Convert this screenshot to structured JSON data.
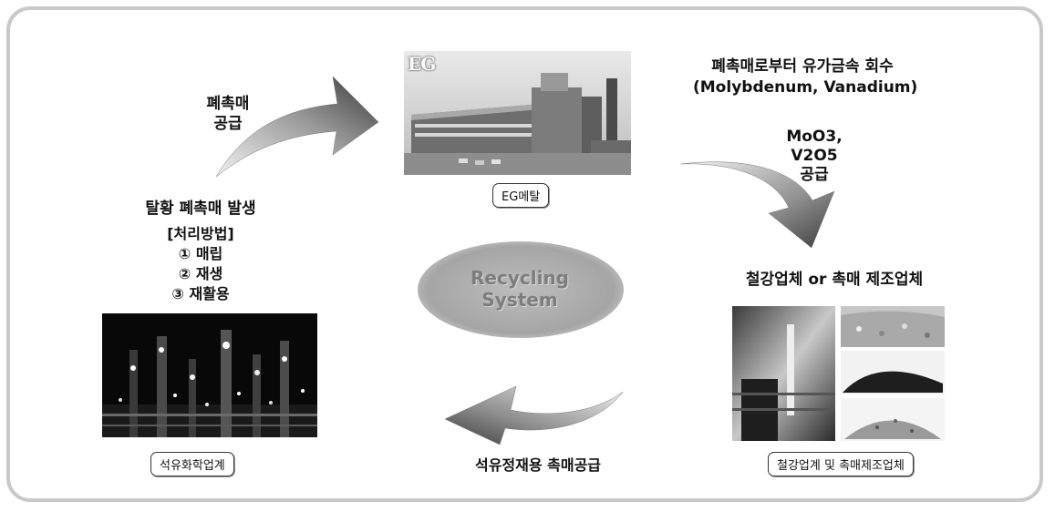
{
  "diagram": {
    "center": {
      "line1": "Recycling",
      "line2": "System"
    },
    "supply_spent_catalyst": {
      "line1": "폐촉매",
      "line2": "공급"
    },
    "eg_logo": "EG",
    "eg_caption": "EG메탈",
    "recovery": {
      "line1": "폐촉매로부터 유가금속 회수",
      "line2": "(Molybdenum, Vanadium)"
    },
    "supply_oxides": {
      "line1": "MoO3,",
      "line2": "V2O5",
      "line3": "공급"
    },
    "steel_catalyst_heading": "철강업체 or 촉매 제조업체",
    "steel_caption": "철강업계 및 촉매제조업체",
    "reuse_supply": "석유정재용 촉매공급",
    "petro_caption": "석유화학업계",
    "desulfurization": {
      "title": "탈황 폐촉매 발생",
      "method_title": "[처리방법]",
      "methods": [
        "① 매립",
        "② 재생",
        "③ 재활용"
      ]
    }
  }
}
